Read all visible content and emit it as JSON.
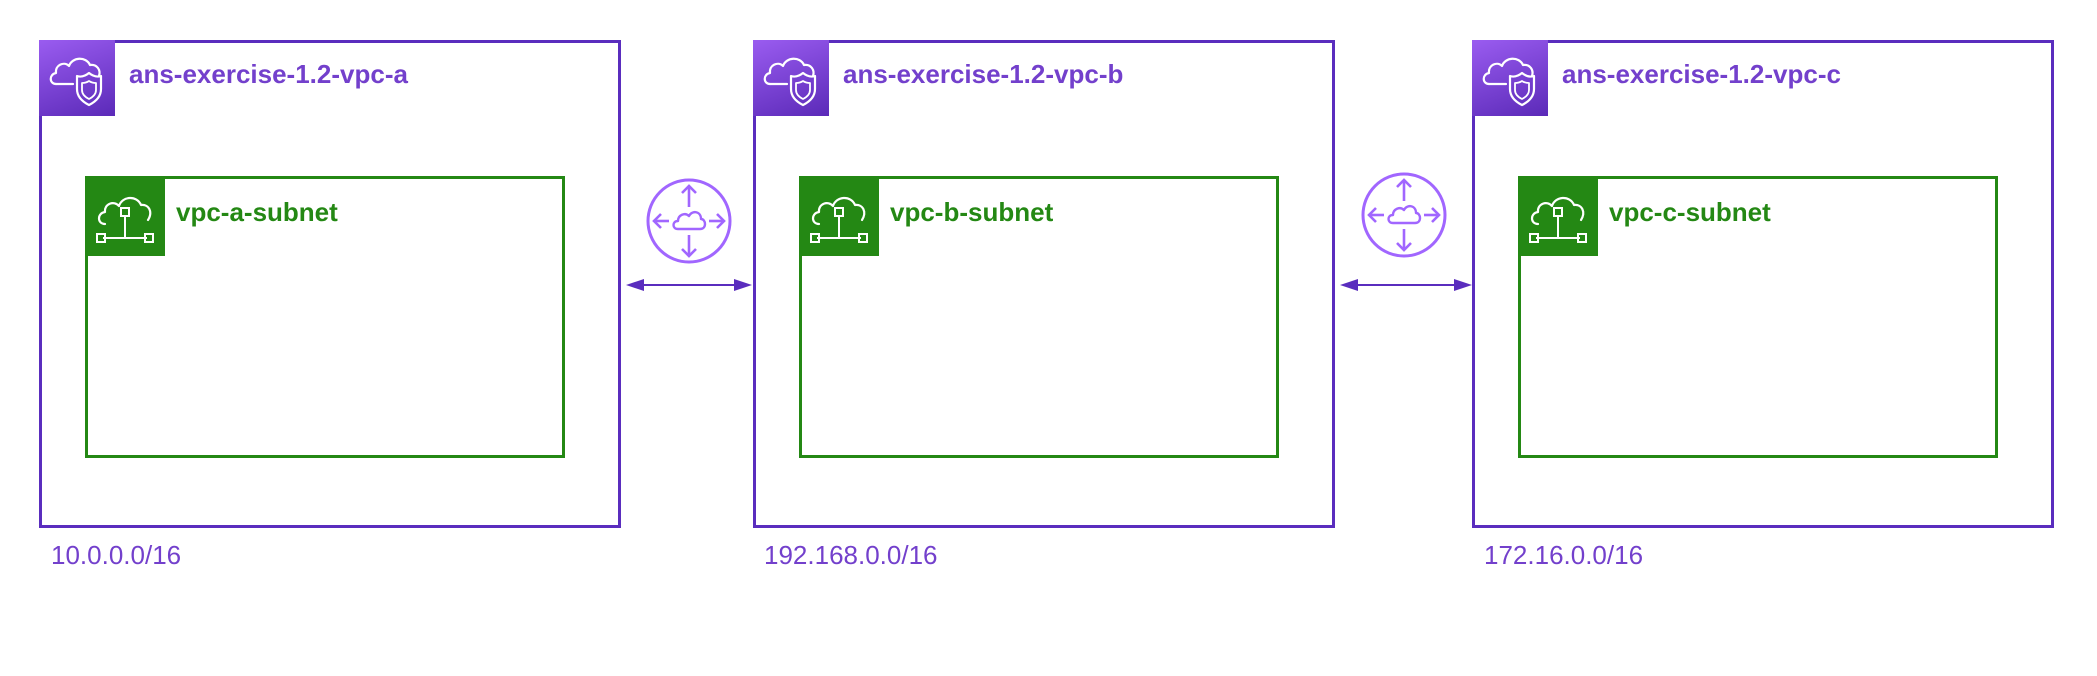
{
  "vpcs": [
    {
      "title": "ans-exercise-1.2-vpc-a",
      "subnet": "vpc-a-subnet",
      "cidr": "10.0.0.0/16"
    },
    {
      "title": "ans-exercise-1.2-vpc-b",
      "subnet": "vpc-b-subnet",
      "cidr": "192.168.0.0/16"
    },
    {
      "title": "ans-exercise-1.2-vpc-c",
      "subnet": "vpc-c-subnet",
      "cidr": "172.16.0.0/16"
    }
  ],
  "peerings": [
    {
      "from": "ans-exercise-1.2-vpc-a",
      "to": "ans-exercise-1.2-vpc-b",
      "icon": "router-icon"
    },
    {
      "from": "ans-exercise-1.2-vpc-b",
      "to": "ans-exercise-1.2-vpc-c",
      "icon": "router-icon"
    }
  ],
  "icons": {
    "vpc": "vpc-cloud-shield-icon",
    "subnet": "subnet-cloud-network-icon"
  },
  "colors": {
    "vpc": "#5a2dbe",
    "vpc_text": "#7340cc",
    "subnet": "#248814",
    "router": "#a166ff"
  }
}
